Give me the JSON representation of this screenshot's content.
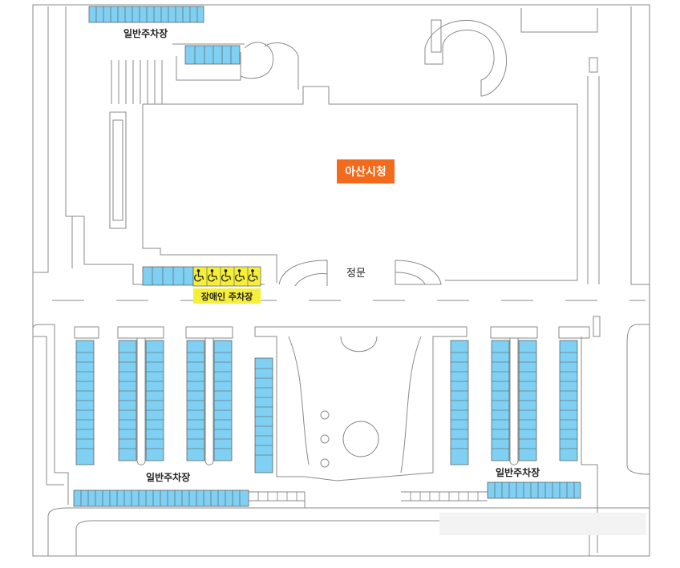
{
  "labels": {
    "city_hall": "아산시청",
    "main_gate": "정문",
    "handicap_parking": "장애인 주차장",
    "general_parking_top": "일반주차장",
    "general_parking_bottom_left": "일반주차장",
    "general_parking_bottom_right": "일반주차장"
  },
  "colors": {
    "parking_stall": "#7fd0f2",
    "handicap_stall": "#f5ef3a",
    "city_hall_badge": "#f26a1b",
    "outline": "#777777"
  },
  "icons": {
    "handicap_stall": "wheelchair-icon"
  }
}
